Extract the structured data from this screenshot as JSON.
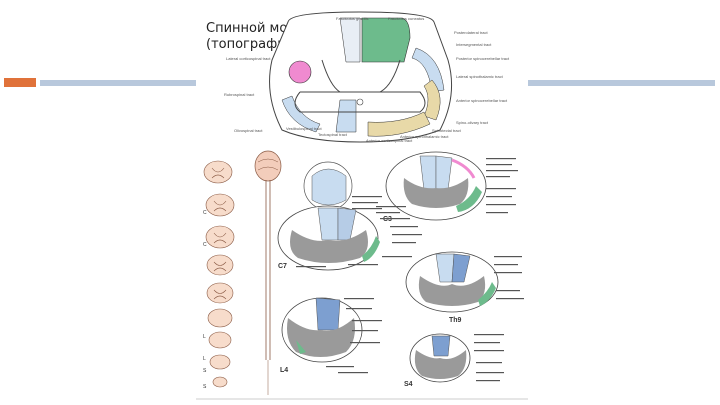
{
  "slide": {
    "title_line1": "Спинной мозг",
    "title_line2": "(топография)",
    "colors": {
      "bar_orange": "#e0723a",
      "bar_blue": "#b8c8dc",
      "green_tract": "#6dbb8c",
      "blue_tract": "#c8dcf0",
      "tan_tract": "#e8d9a8",
      "pink_tract": "#f08ad0",
      "grey_matter": "#9a9a9a"
    }
  },
  "tract_labels": {
    "fasciculus_gracilis": "Fasciculus gracilis",
    "fasciculus_cuneatus": "Fasciculus cuneatus",
    "posterolateral_tract": "Posterolateral tract",
    "intersegmental_tract": "Intersegmental tract",
    "posterior_spinocerebellar": "Posterior spinocerebellar tract",
    "lateral_spinothalamic": "Lateral spinothalamic tract",
    "anterior_spinocerebellar": "Anterior spinocerebellar tract",
    "spino_olivary": "Spino-olivary tract",
    "spinotectal": "Spinotectal tract",
    "anterior_spinothalamic": "Anterior spinothalamic tract",
    "anterior_corticospinal": "Anterior corticospinal tract",
    "lateral_corticospinal": "Lateral corticospinal tract",
    "rubrospinal": "Rubrospinal tract",
    "olivospinal": "Olivospinal tract",
    "vestibulospinal": "Vestibulospinal tract",
    "tectospinal": "Tectospinal tract"
  },
  "segments": {
    "c3": "C3",
    "c7": "C7",
    "th9": "Th9",
    "l4": "L4",
    "s4": "S4"
  },
  "small_segments": [
    "C",
    "C",
    "",
    "",
    "",
    "L",
    "",
    "L",
    "S",
    "S"
  ]
}
